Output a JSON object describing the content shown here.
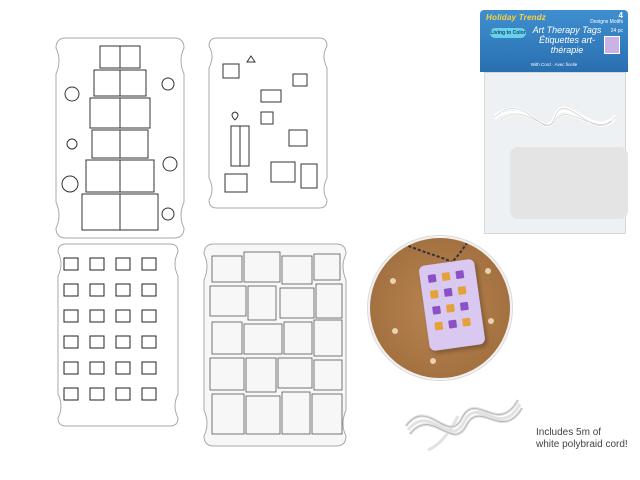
{
  "package": {
    "brand": "Holiday Trendz",
    "badge": "Living to Color",
    "designs_count": "4",
    "designs_label": "Designs Motifs",
    "pieces": "24 pc",
    "title_en": "Art Therapy Tags",
    "title_fr": "Étiquettes art-thérapie",
    "footer": "With Cord · Avec ficelle"
  },
  "caption": {
    "line1": "Includes 5m of",
    "line2": "white polybraid cord!"
  },
  "colors": {
    "package_blue": "#2a6fb0",
    "kraft": "#9b6838",
    "tag_purple": "#d9c8ef"
  }
}
